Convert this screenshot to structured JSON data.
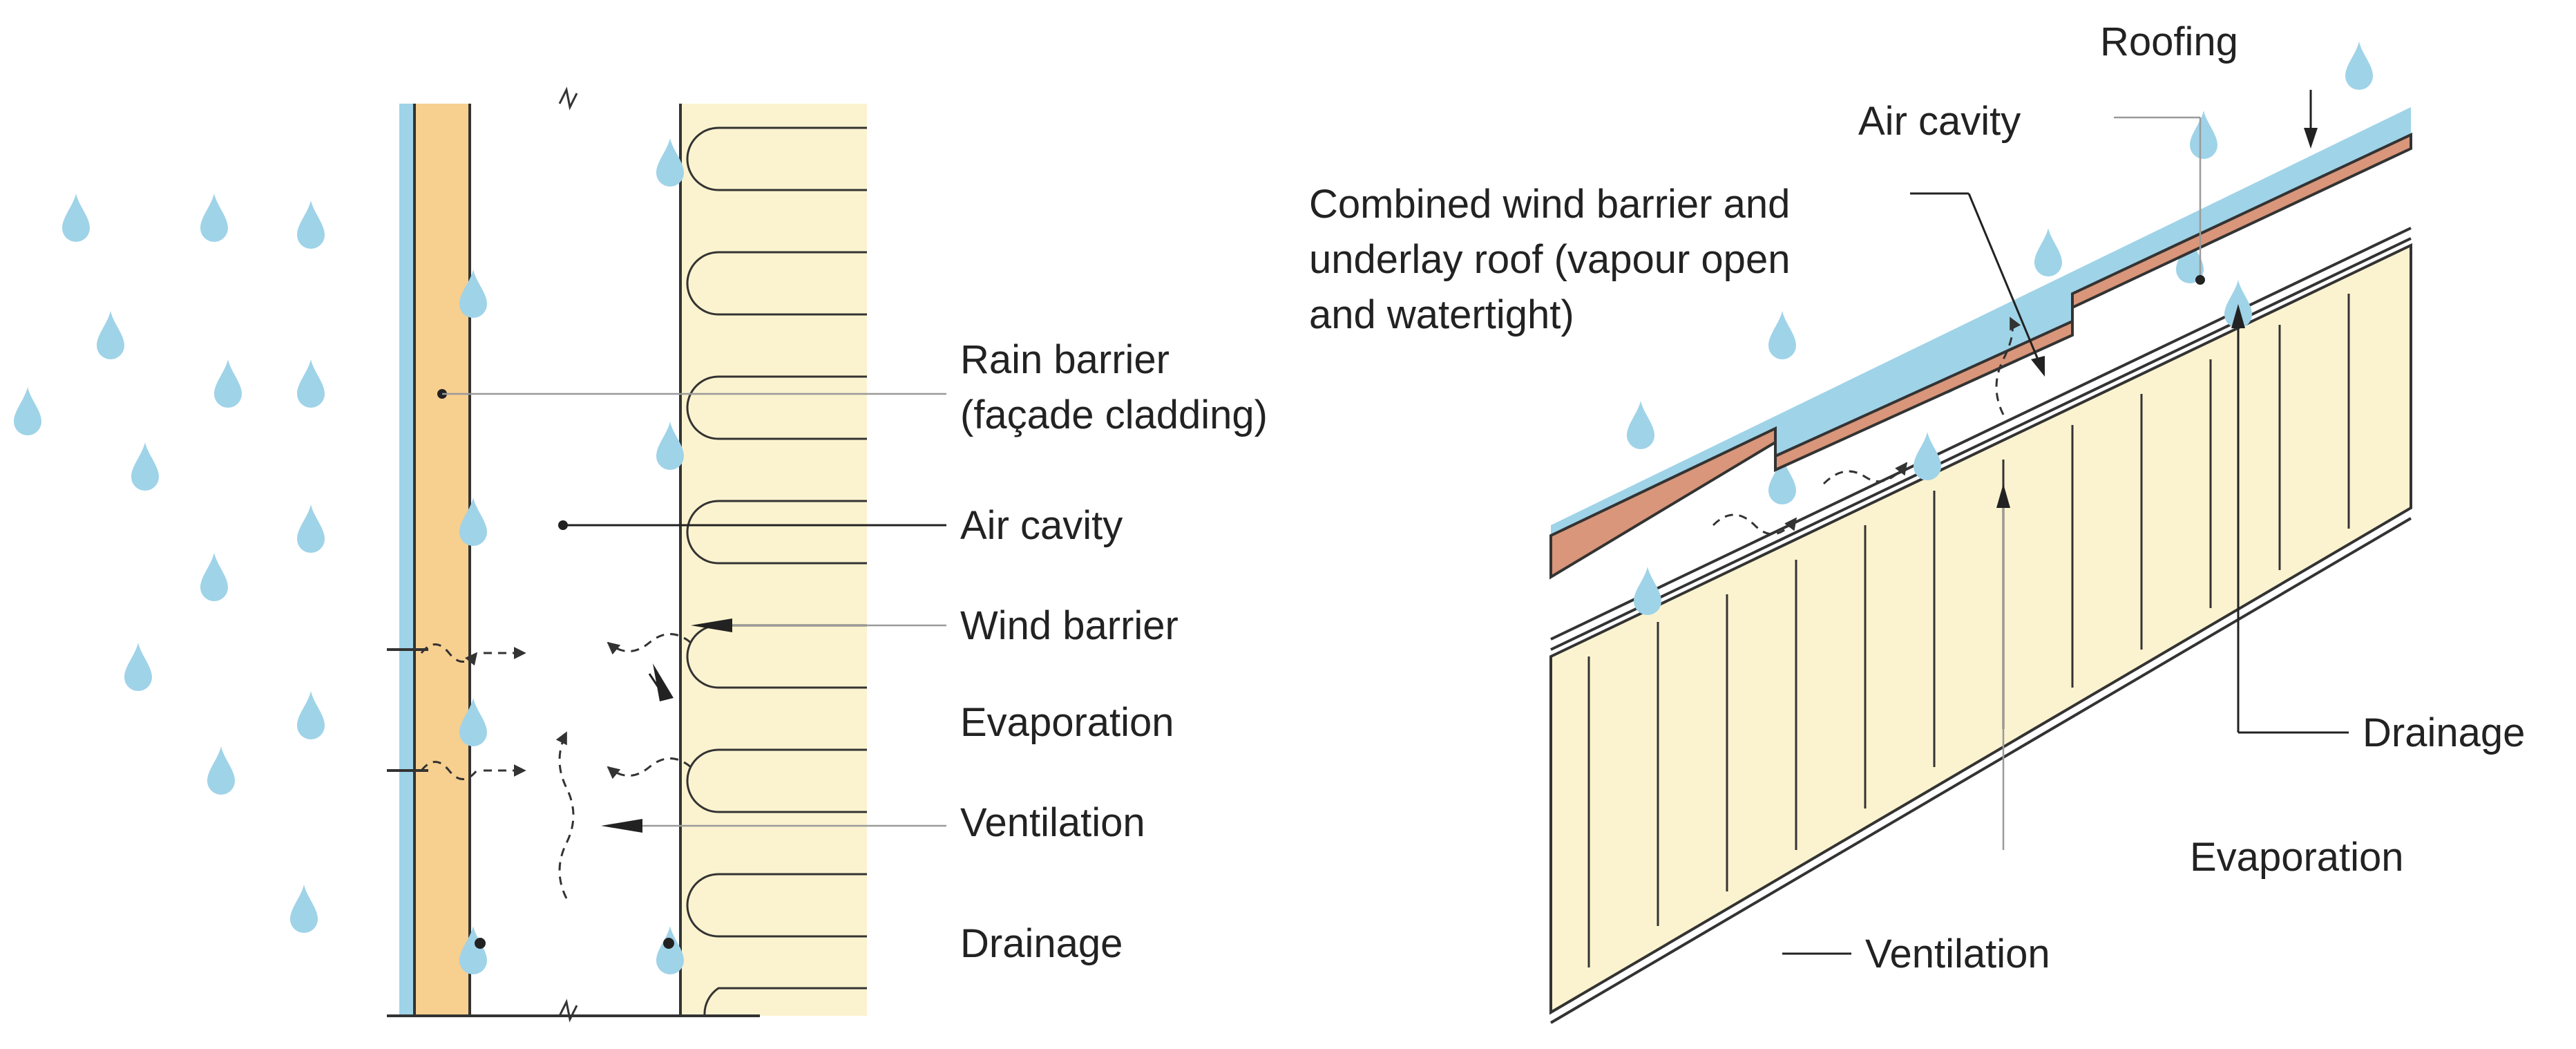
{
  "wall_labels": {
    "rain_barrier_1": "Rain barrier",
    "rain_barrier_2": "(façade cladding)",
    "air_cavity": "Air cavity",
    "wind_barrier": "Wind barrier",
    "evaporation": "Evaporation",
    "ventilation": "Ventilation",
    "drainage": "Drainage"
  },
  "roof_labels": {
    "roofing": "Roofing",
    "air_cavity": "Air cavity",
    "combined_1": "Combined wind barrier and",
    "combined_2": "underlay roof (vapour open",
    "combined_3": "and watertight)",
    "drainage": "Drainage",
    "evaporation": "Evaporation",
    "ventilation": "Ventilation"
  },
  "colors": {
    "water": "#9fd3e8",
    "cladding": "#f7cf8f",
    "insulation": "#fbf3cf",
    "roofing": "#d9967a",
    "line": "#333333"
  }
}
